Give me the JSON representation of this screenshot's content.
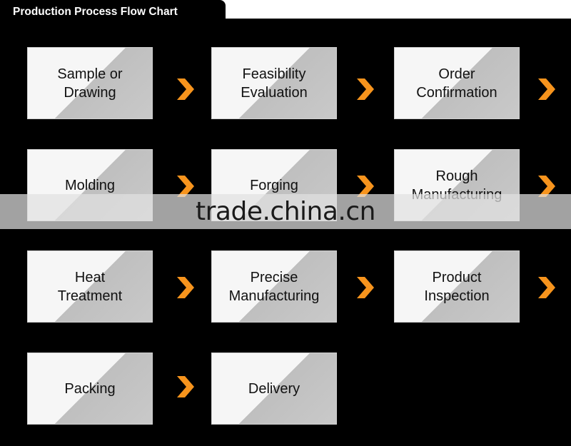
{
  "title": "Production Process Flow Chart",
  "steps": [
    {
      "label": "Sample or\nDrawing"
    },
    {
      "label": "Feasibility\nEvaluation"
    },
    {
      "label": "Order\nConfirmation"
    },
    {
      "label": "Molding"
    },
    {
      "label": "Forging"
    },
    {
      "label": "Rough\nManufacturing"
    },
    {
      "label": "Heat\nTreatment"
    },
    {
      "label": "Precise\nManufacturing"
    },
    {
      "label": "Product\nInspection"
    },
    {
      "label": "Packing"
    },
    {
      "label": "Delivery"
    }
  ],
  "watermark": "trade.china.cn",
  "colors": {
    "background": "#000000",
    "arrow": "#f7941d",
    "card": "#f6f6f6",
    "card_shade": "#c4c4c4"
  },
  "icons": {
    "arrow": "chevron-right-icon"
  }
}
